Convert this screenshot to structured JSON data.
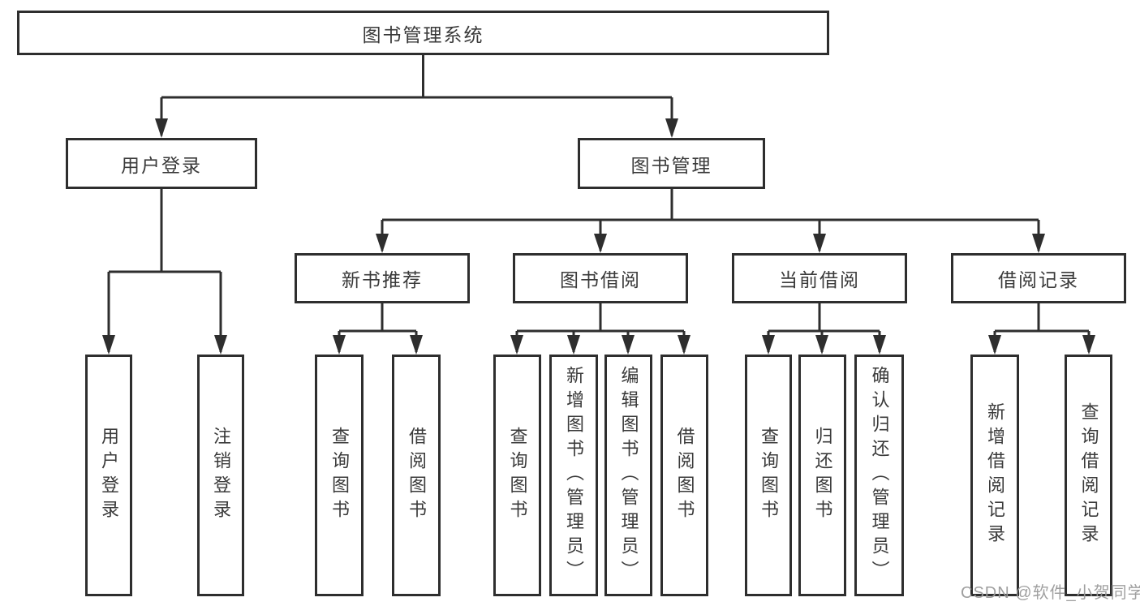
{
  "tree": {
    "root": {
      "label": "图书管理系统",
      "children": [
        {
          "label": "用户登录",
          "children": [
            {
              "label": "用户登录"
            },
            {
              "label": "注销登录"
            }
          ]
        },
        {
          "label": "图书管理",
          "children": [
            {
              "label": "新书推荐",
              "children": [
                {
                  "label": "查询图书"
                },
                {
                  "label": "借阅图书"
                }
              ]
            },
            {
              "label": "图书借阅",
              "children": [
                {
                  "label": "查询图书"
                },
                {
                  "label": "新增图书（管理员）"
                },
                {
                  "label": "编辑图书（管理员）"
                },
                {
                  "label": "借阅图书"
                }
              ]
            },
            {
              "label": "当前借阅",
              "children": [
                {
                  "label": "查询图书"
                },
                {
                  "label": "归还图书"
                },
                {
                  "label": "确认归还（管理员）"
                }
              ]
            },
            {
              "label": "借阅记录",
              "children": [
                {
                  "label": "新增借阅记录"
                },
                {
                  "label": "查询借阅记录"
                }
              ]
            }
          ]
        }
      ]
    }
  },
  "watermark": {
    "text": "CSDN @软件_小贺同学"
  },
  "colors": {
    "line": "#2e2e2e",
    "text": "#3a3a3a",
    "background": "#ffffff",
    "watermark": "#9a9a9a"
  }
}
